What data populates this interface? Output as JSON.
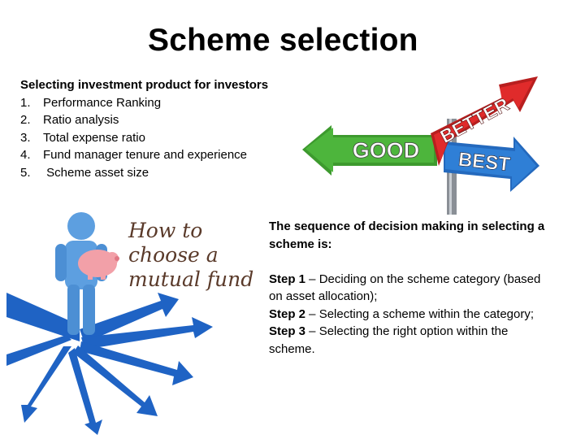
{
  "slide": {
    "title": "Scheme selection",
    "list": {
      "heading": "Selecting investment product for investors",
      "items": [
        {
          "num": "1.",
          "label": "Performance Ranking"
        },
        {
          "num": "2.",
          "label": "Ratio analysis"
        },
        {
          "num": "3.",
          "label": "Total expense ratio"
        },
        {
          "num": "4.",
          "label": "Fund manager tenure and experience"
        },
        {
          "num": "5.",
          "label": " Scheme asset size"
        }
      ]
    },
    "signpost": {
      "good": "GOOD",
      "better": "BETTER",
      "best": "BEST"
    },
    "fund_image": {
      "caption_line1": "How to",
      "caption_line2": "choose a",
      "caption_line3": "mutual fund"
    },
    "steps": {
      "intro": "The sequence of decision making in selecting a scheme is:",
      "items": [
        {
          "label": "Step 1",
          "text": " – Deciding on the scheme category (based on asset allocation);"
        },
        {
          "label": "Step 2",
          "text": " – Selecting a scheme within the category;"
        },
        {
          "label": "Step 3",
          "text": " – Selecting the right option within the scheme."
        }
      ]
    },
    "colors": {
      "good_sign": "#4db53c",
      "better_sign": "#e02b2b",
      "best_sign": "#2f7fd6",
      "arrow_blue": "#1f63c4",
      "person": "#5d9fe0",
      "piggy": "#f2a0a8"
    }
  }
}
